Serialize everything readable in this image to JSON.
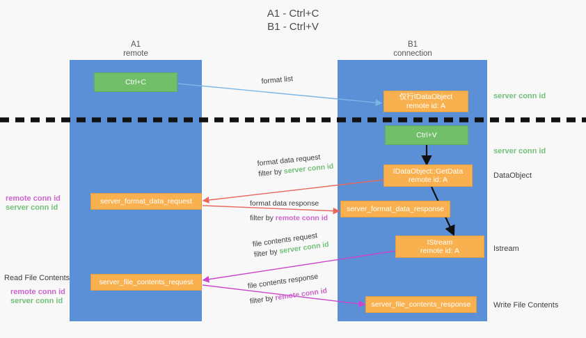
{
  "title": {
    "line1": "A1 - Ctrl+C",
    "line2": "B1 - Ctrl+V"
  },
  "lanes": [
    {
      "name": "A1",
      "sub": "remote"
    },
    {
      "name": "B1",
      "sub": "connection"
    }
  ],
  "colors": {
    "lane": "#5b8fd6",
    "orange": "#f9b150",
    "green_box": "#72bf6a",
    "green_text": "#73c07a",
    "purple_text": "#cc66cc",
    "arrow_blue": "#7ab6e8",
    "arrow_red": "#e8685c",
    "arrow_magenta": "#c council",
    "arrow_black": "#000000",
    "background": "#f8f8f8"
  },
  "boxes": {
    "ctrl_c": {
      "l1": "Ctrl+C"
    },
    "ctrl_v": {
      "l1": "Ctrl+V"
    },
    "idataobject_top": {
      "l1": "仅行IDataObject",
      "l2": "remote id: A"
    },
    "getdata": {
      "l1": "IDataObject::GetData",
      "l2": "remote id: A"
    },
    "istream": {
      "l1": "IStream",
      "l2": "remote id: A"
    },
    "format_data_request": {
      "l1": "server_format_data_request"
    },
    "format_data_response": {
      "l1": "server_format_data_response"
    },
    "file_contents_request": {
      "l1": "server_file_contents_request"
    },
    "file_contents_response": {
      "l1": "server_file_contents_response"
    }
  },
  "right_labels": {
    "server_conn_id_top": "server conn id",
    "server_conn_id_mid": "server conn id",
    "dataobject": "DataObject",
    "istream": "Istream",
    "write_file_contents": "Write File Contents"
  },
  "left_labels": {
    "remote_conn_id_1": "remote conn id",
    "server_conn_id_1": "server conn id",
    "read_file_contents": "Read File Contents",
    "remote_conn_id_2": "remote conn id",
    "server_conn_id_2": "server conn id"
  },
  "annotations": {
    "format_list": "format list",
    "format_data_request": "format data request",
    "format_data_request_filter_prefix": "filter by ",
    "format_data_request_filter_value": "server conn id",
    "format_data_response": "format data response",
    "format_data_response_filter_prefix": "filter by ",
    "format_data_response_filter_value": "remote conn id",
    "file_contents_request": "file contents request",
    "file_contents_request_filter_prefix": "filter by ",
    "file_contents_request_filter_value": "server conn id",
    "file_contents_response": "file contents response",
    "file_contents_response_filter_prefix": "filter by ",
    "file_contents_response_filter_value": "remote conn id"
  }
}
